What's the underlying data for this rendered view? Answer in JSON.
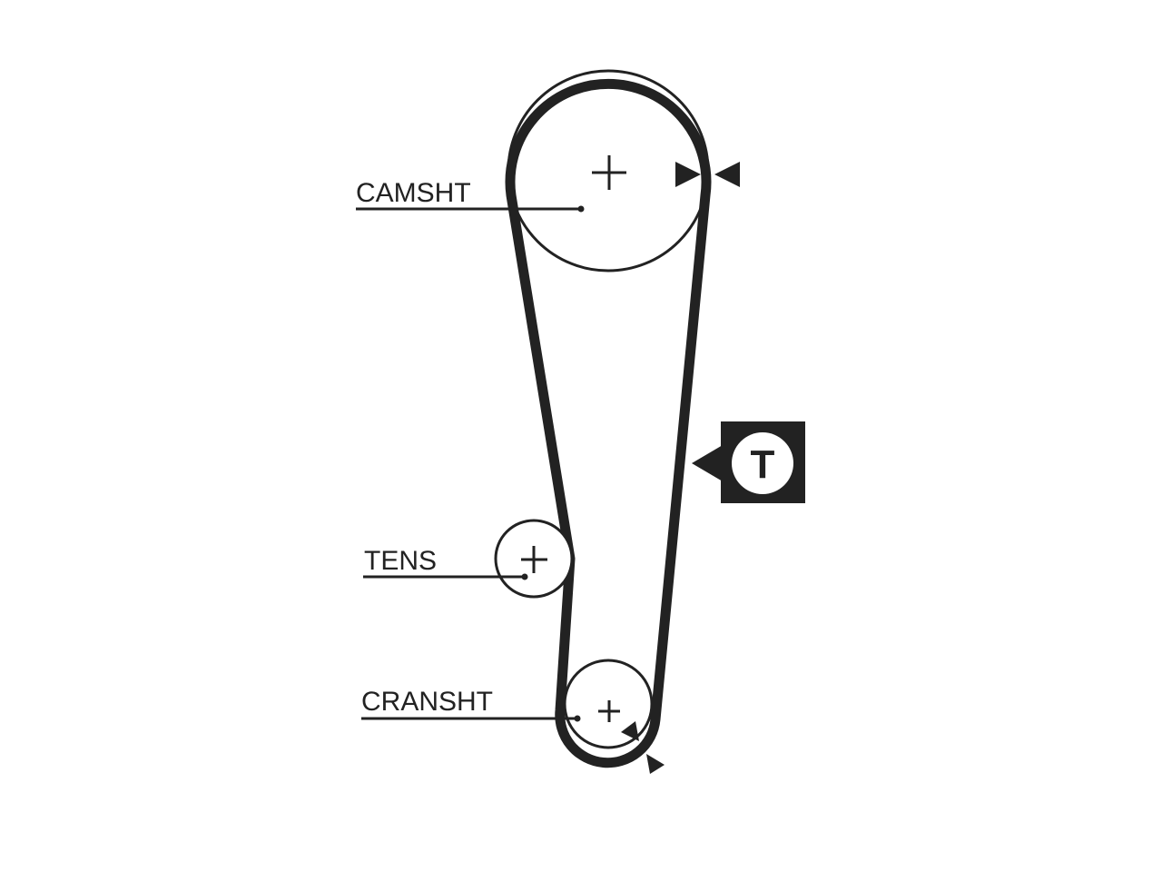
{
  "diagram": {
    "labels": {
      "camshaft": "CAMSHT",
      "tensioner": "TENS",
      "crankshaft": "CRANSHT"
    },
    "tension_badge": {
      "letter": "T"
    },
    "colors": {
      "stroke": "#222222",
      "background": "#ffffff",
      "badge_fill": "#222222",
      "badge_text": "#222222"
    }
  }
}
